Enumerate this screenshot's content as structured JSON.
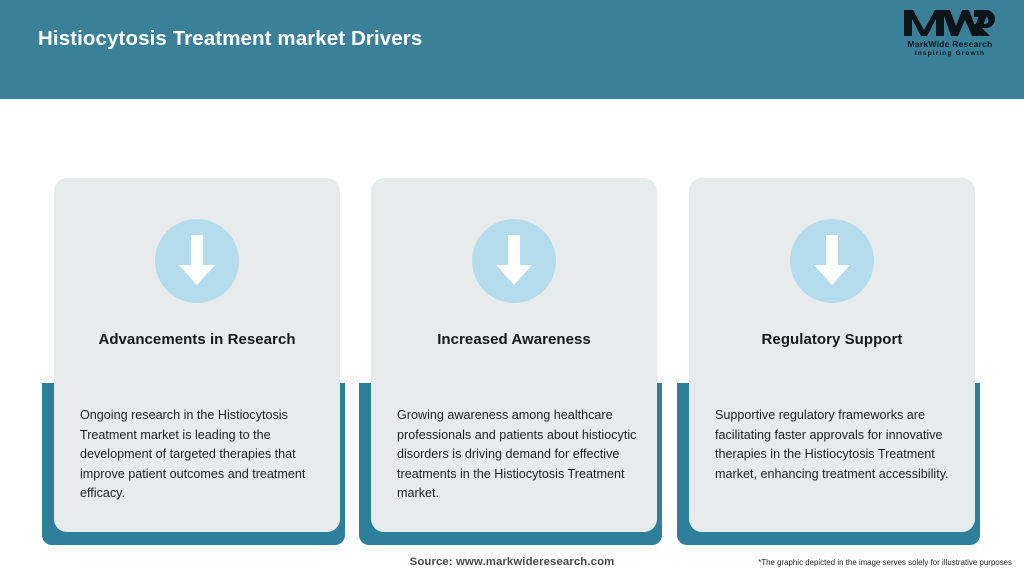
{
  "header": {
    "title": "Histiocytosis Treatment market Drivers",
    "background_color": "#3a8099",
    "title_color": "#ffffff"
  },
  "logo": {
    "mark": "MWR",
    "name": "MarkWide Research",
    "tagline": "Inspiring Growth"
  },
  "cards": [
    {
      "icon": "arrow-down-icon",
      "title": "Advancements in Research",
      "body": "Ongoing research in the Histiocytosis Treatment market is leading to the development of targeted therapies that improve patient outcomes and treatment efficacy."
    },
    {
      "icon": "arrow-down-icon",
      "title": "Increased Awareness",
      "body": "Growing awareness among healthcare professionals and patients about histiocytic disorders is driving demand for effective treatments in the Histiocytosis Treatment market."
    },
    {
      "icon": "arrow-down-icon",
      "title": "Regulatory Support",
      "body": "Supportive regulatory frameworks are facilitating faster approvals for innovative therapies in the Histiocytosis Treatment market, enhancing treatment accessibility."
    }
  ],
  "footer": {
    "source": "Source: www.markwideresearch.com",
    "disclaimer": "*The graphic depicted in the image serves solely for illustrative purposes"
  },
  "colors": {
    "accent_teal": "#2e7f99",
    "header_teal": "#3a8099",
    "card_background": "#e8ebec",
    "icon_circle": "#b5dced",
    "arrow": "#ffffff"
  }
}
